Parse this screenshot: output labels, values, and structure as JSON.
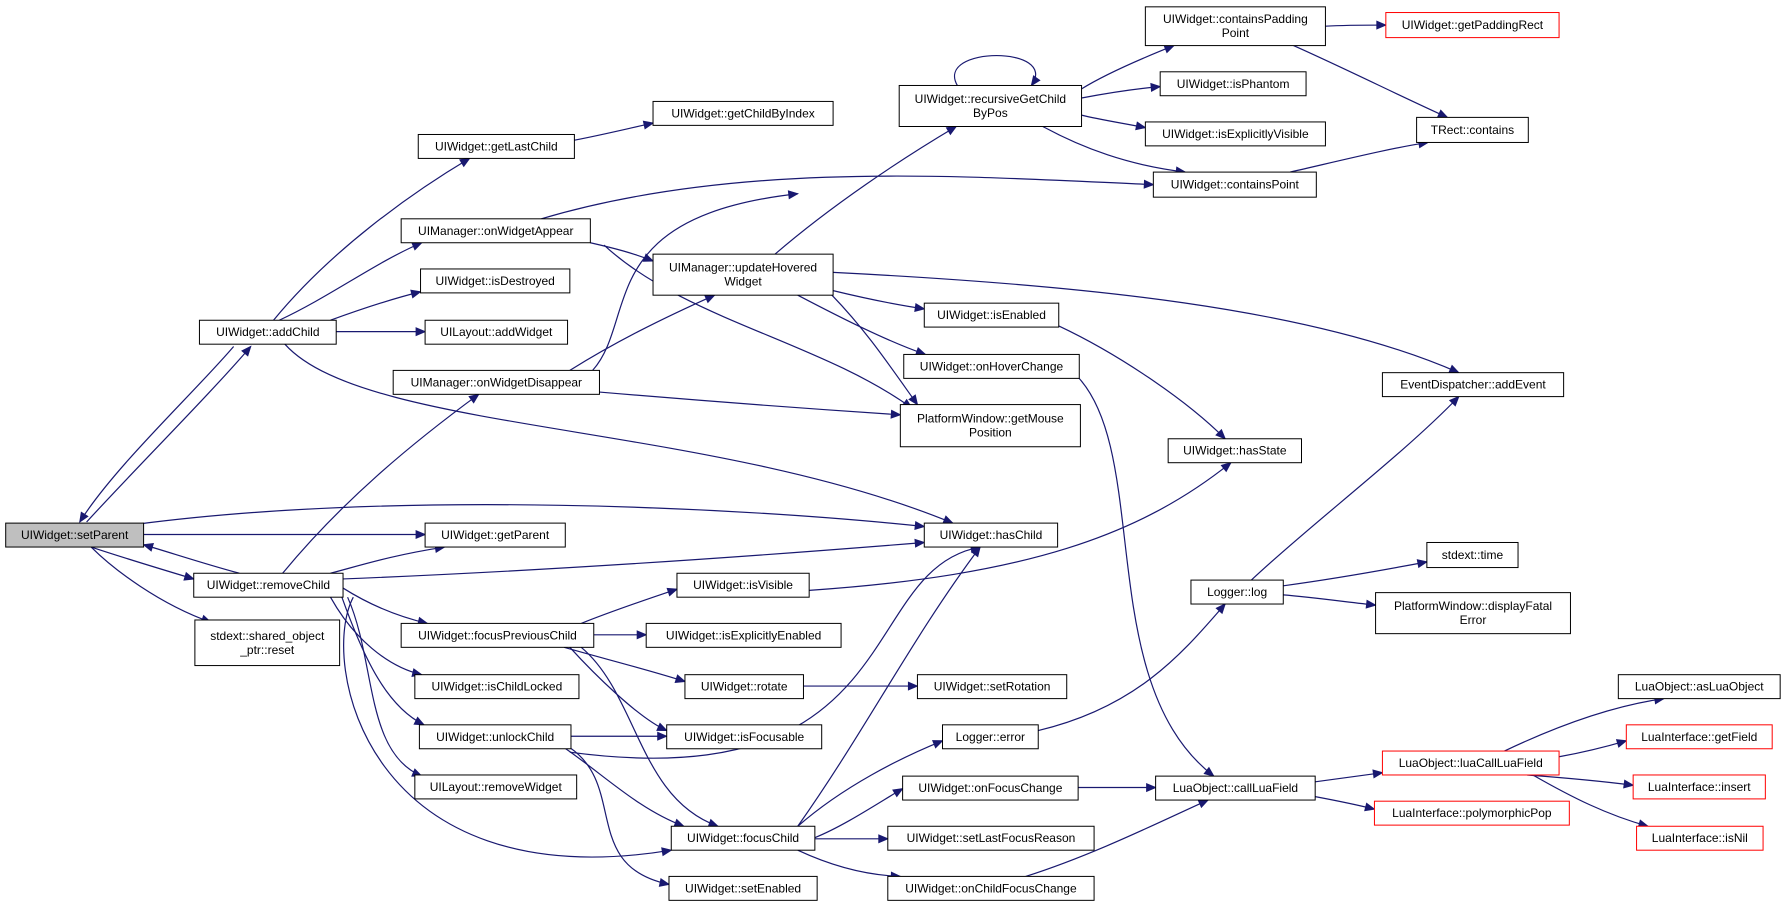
{
  "diagram": {
    "type": "call-graph",
    "colors": {
      "edge": "#191970",
      "node_border": "#000000",
      "external_border": "#ff0000",
      "root_fill": "#bfbfbf",
      "background": "#ffffff"
    },
    "nodes": [
      {
        "id": "setParent",
        "lines": [
          "UIWidget::setParent"
        ],
        "style": "root"
      },
      {
        "id": "addChild",
        "lines": [
          "UIWidget::addChild"
        ]
      },
      {
        "id": "removeChild",
        "lines": [
          "UIWidget::removeChild"
        ]
      },
      {
        "id": "getParent",
        "lines": [
          "UIWidget::getParent"
        ]
      },
      {
        "id": "reset",
        "lines": [
          "stdext::shared_object",
          "_ptr::reset"
        ]
      },
      {
        "id": "hasChild",
        "lines": [
          "UIWidget::hasChild"
        ]
      },
      {
        "id": "getLastChild",
        "lines": [
          "UIWidget::getLastChild"
        ]
      },
      {
        "id": "getChildByIndex",
        "lines": [
          "UIWidget::getChildByIndex"
        ]
      },
      {
        "id": "onWidgetAppear",
        "lines": [
          "UIManager::onWidgetAppear"
        ]
      },
      {
        "id": "isDestroyed",
        "lines": [
          "UIWidget::isDestroyed"
        ]
      },
      {
        "id": "addWidget",
        "lines": [
          "UILayout::addWidget"
        ]
      },
      {
        "id": "onWidgetDisappear",
        "lines": [
          "UIManager::onWidgetDisappear"
        ]
      },
      {
        "id": "updateHoveredWidget",
        "lines": [
          "UIManager::updateHovered",
          "Widget"
        ]
      },
      {
        "id": "recursiveGetChildByPos",
        "lines": [
          "UIWidget::recursiveGetChild",
          "ByPos"
        ]
      },
      {
        "id": "containsPaddingPoint",
        "lines": [
          "UIWidget::containsPadding",
          "Point"
        ]
      },
      {
        "id": "getPaddingRect",
        "lines": [
          "UIWidget::getPaddingRect"
        ],
        "style": "external"
      },
      {
        "id": "isPhantom",
        "lines": [
          "UIWidget::isPhantom"
        ]
      },
      {
        "id": "isExplicitlyVisible",
        "lines": [
          "UIWidget::isExplicitlyVisible"
        ]
      },
      {
        "id": "trectContains",
        "lines": [
          "TRect::contains"
        ]
      },
      {
        "id": "containsPoint",
        "lines": [
          "UIWidget::containsPoint"
        ]
      },
      {
        "id": "isEnabled",
        "lines": [
          "UIWidget::isEnabled"
        ]
      },
      {
        "id": "onHoverChange",
        "lines": [
          "UIWidget::onHoverChange"
        ]
      },
      {
        "id": "getMousePosition",
        "lines": [
          "PlatformWindow::getMouse",
          "Position"
        ]
      },
      {
        "id": "addEvent",
        "lines": [
          "EventDispatcher::addEvent"
        ]
      },
      {
        "id": "hasState",
        "lines": [
          "UIWidget::hasState"
        ]
      },
      {
        "id": "focusPreviousChild",
        "lines": [
          "UIWidget::focusPreviousChild"
        ]
      },
      {
        "id": "isVisible",
        "lines": [
          "UIWidget::isVisible"
        ]
      },
      {
        "id": "isExplicitlyEnabled",
        "lines": [
          "UIWidget::isExplicitlyEnabled"
        ]
      },
      {
        "id": "isChildLocked",
        "lines": [
          "UIWidget::isChildLocked"
        ]
      },
      {
        "id": "rotate",
        "lines": [
          "UIWidget::rotate"
        ]
      },
      {
        "id": "setRotation",
        "lines": [
          "UIWidget::setRotation"
        ]
      },
      {
        "id": "unlockChild",
        "lines": [
          "UIWidget::unlockChild"
        ]
      },
      {
        "id": "isFocusable",
        "lines": [
          "UIWidget::isFocusable"
        ]
      },
      {
        "id": "removeWidget",
        "lines": [
          "UILayout::removeWidget"
        ]
      },
      {
        "id": "focusChild",
        "lines": [
          "UIWidget::focusChild"
        ]
      },
      {
        "id": "setEnabled",
        "lines": [
          "UIWidget::setEnabled"
        ]
      },
      {
        "id": "loggerError",
        "lines": [
          "Logger::error"
        ]
      },
      {
        "id": "onFocusChange",
        "lines": [
          "UIWidget::onFocusChange"
        ]
      },
      {
        "id": "setLastFocusReason",
        "lines": [
          "UIWidget::setLastFocusReason"
        ]
      },
      {
        "id": "onChildFocusChange",
        "lines": [
          "UIWidget::onChildFocusChange"
        ]
      },
      {
        "id": "loggerLog",
        "lines": [
          "Logger::log"
        ]
      },
      {
        "id": "stdextTime",
        "lines": [
          "stdext::time"
        ]
      },
      {
        "id": "displayFatalError",
        "lines": [
          "PlatformWindow::displayFatal",
          "Error"
        ]
      },
      {
        "id": "callLuaField",
        "lines": [
          "LuaObject::callLuaField"
        ]
      },
      {
        "id": "luaCallLuaField",
        "lines": [
          "LuaObject::luaCallLuaField"
        ],
        "style": "external"
      },
      {
        "id": "polymorphicPop",
        "lines": [
          "LuaInterface::polymorphicPop"
        ],
        "style": "external"
      },
      {
        "id": "asLuaObject",
        "lines": [
          "LuaObject::asLuaObject"
        ]
      },
      {
        "id": "getField",
        "lines": [
          "LuaInterface::getField"
        ],
        "style": "external"
      },
      {
        "id": "insert",
        "lines": [
          "LuaInterface::insert"
        ],
        "style": "external"
      },
      {
        "id": "isNil",
        "lines": [
          "LuaInterface::isNil"
        ],
        "style": "external"
      }
    ]
  }
}
